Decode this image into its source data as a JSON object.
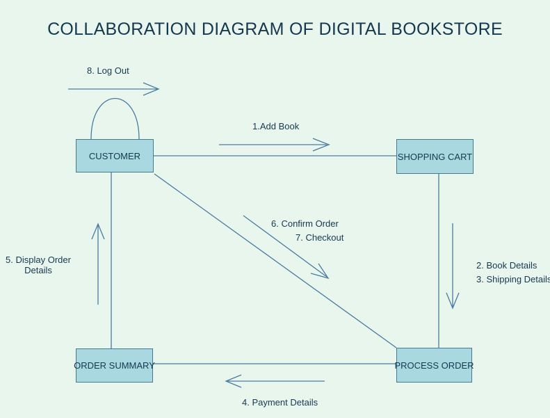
{
  "title": "COLLABORATION DIAGRAM OF DIGITAL BOOKSTORE",
  "nodes": {
    "customer": "CUSTOMER",
    "shopping_cart": "SHOPPING CART",
    "order_summary": "ORDER SUMMARY",
    "process_order": "PROCESS ORDER"
  },
  "messages": {
    "log_out": "8. Log Out",
    "add_book": "1.Add Book",
    "confirm_order": "6. Confirm Order",
    "checkout": "7. Checkout",
    "display_order_details": "5. Display Order Details",
    "book_details": "2. Book Details",
    "shipping_details": "3. Shipping Details",
    "payment_details": "4. Payment Details"
  },
  "colors": {
    "background": "#e9f6ee",
    "node_fill": "#a9d8e0",
    "node_border": "#457a90",
    "line": "#4a7ba1",
    "text": "#16384f"
  }
}
